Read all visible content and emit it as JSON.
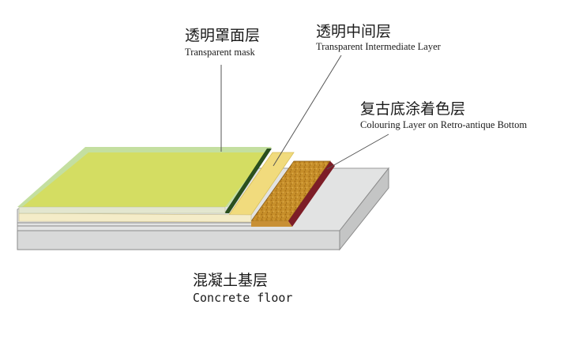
{
  "colors": {
    "concrete_top": "#e2e3e3",
    "concrete_side": "#cfd0d0",
    "transparent_mask": "#d4dd62",
    "mask_edge": "#c4dfa0",
    "intermediate": "#f1db7d",
    "retro_bottom": "#c78f2a",
    "retro_edge": "#7d1d27",
    "mask_stripe": "#2a4f1e"
  },
  "labels": {
    "mask": {
      "zh": "透明罩面层",
      "en": "Transparent mask"
    },
    "intermediate": {
      "zh": "透明中间层",
      "en": "Transparent Intermediate Layer"
    },
    "colouring": {
      "zh": "复古底涂着色层",
      "en": "Colouring Layer on Retro-antique Bottom"
    },
    "concrete": {
      "zh": "混凝土基层",
      "en": "Concrete floor"
    }
  }
}
